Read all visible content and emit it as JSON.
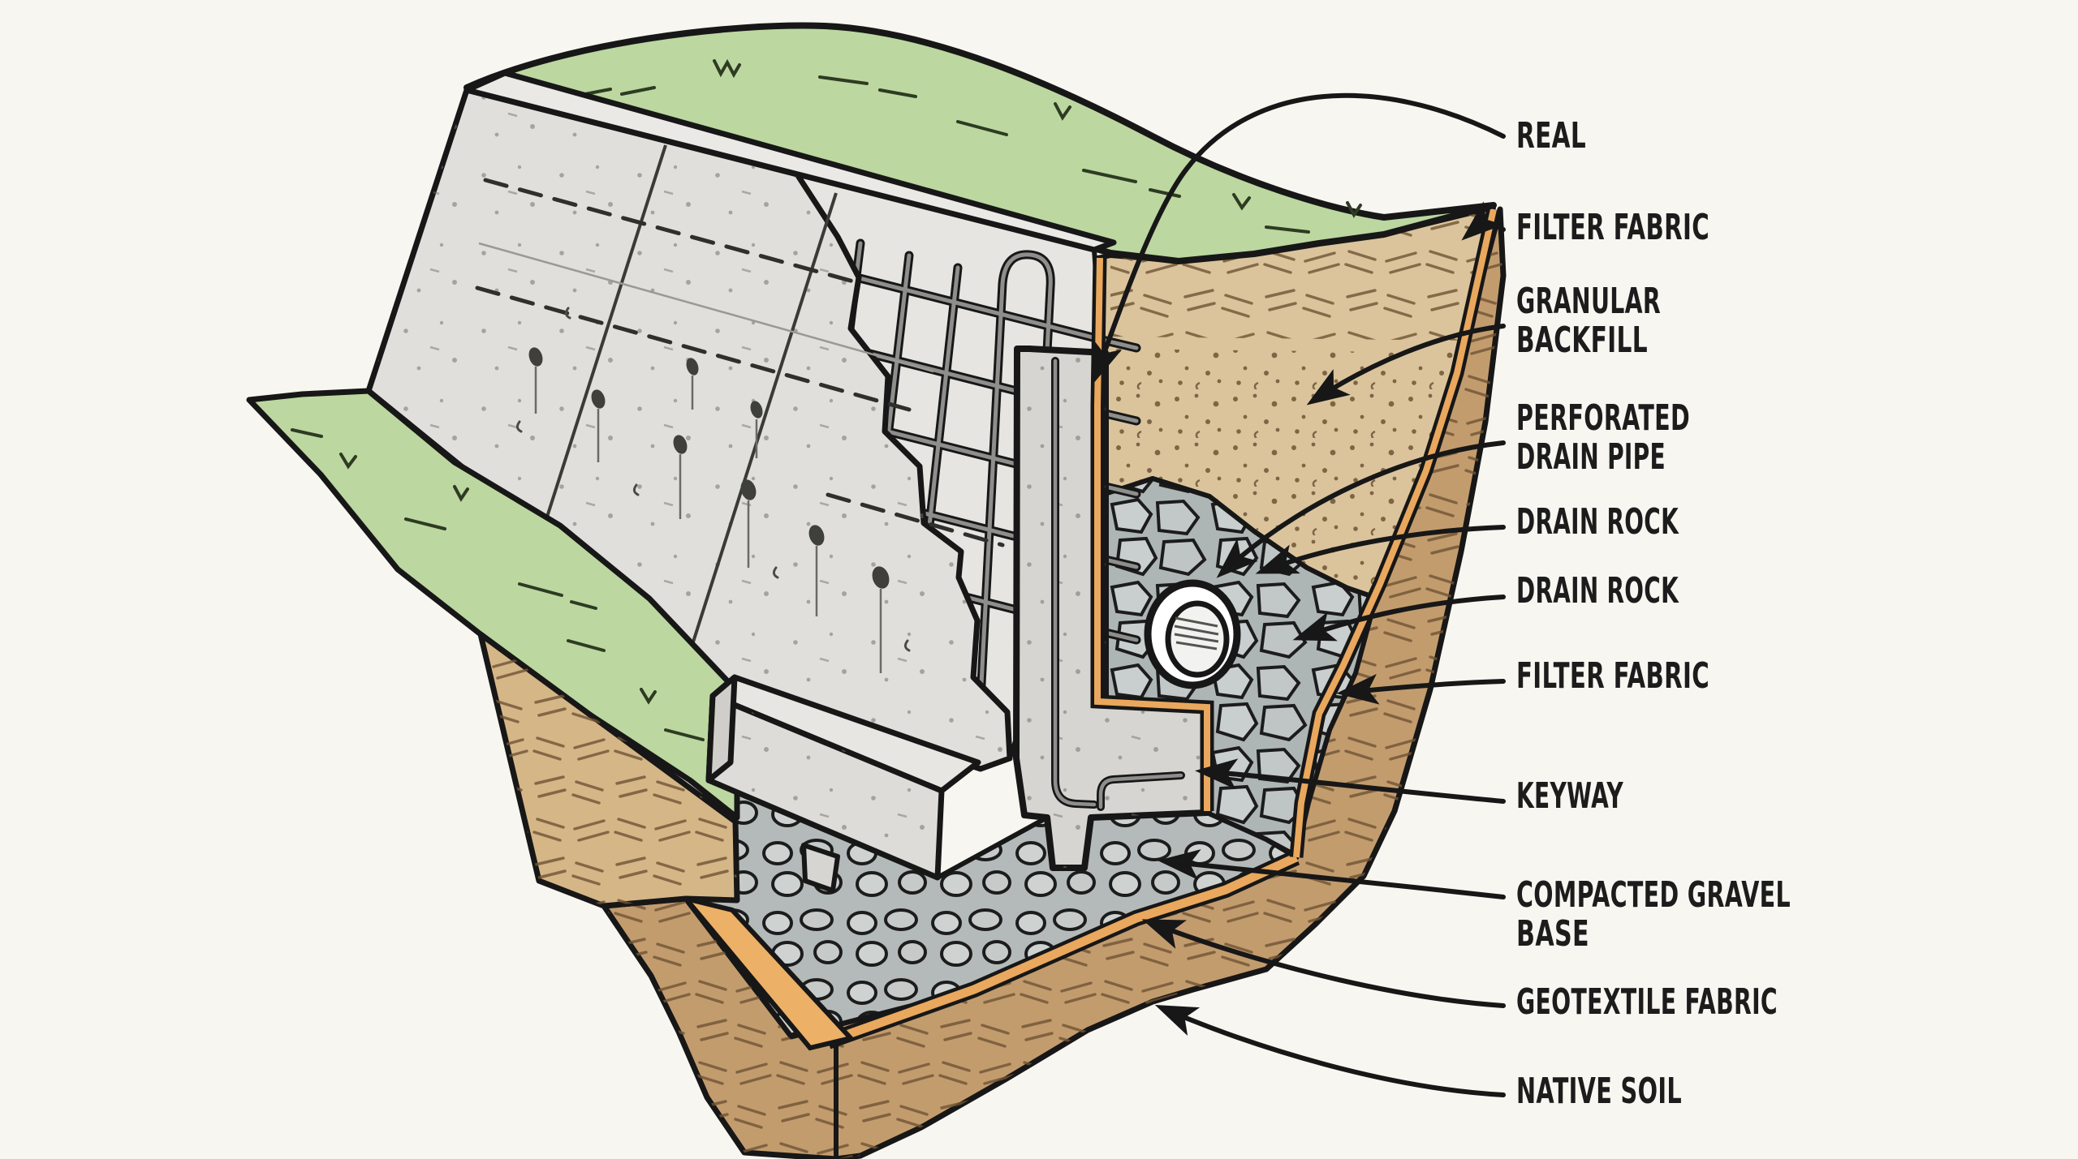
{
  "colors": {
    "background": "#f8f6f1",
    "grass": "#bcd7a0",
    "concrete_wall": "#e0dfdc",
    "concrete_section": "#d6d5d1",
    "granular_backfill": "#dbc49c",
    "native_soil": "#c39c6e",
    "front_cut_soil": "#d5b687",
    "drain_rock": "#aeb5b5",
    "gravel_base": "#b4bab9",
    "fabric_orange": "#e9a85d",
    "rebar_gray": "#8e8e8c",
    "outline": "#171717",
    "label_text": "#1c1c1c"
  },
  "labels": {
    "rebar": {
      "line1": "REAL"
    },
    "filter_fabric_top": {
      "line1": "FILTER FABRIC"
    },
    "granular_backfill": {
      "line1": "GRANULAR",
      "line2": "BACKFILL"
    },
    "perforated_drain_pipe": {
      "line1": "PERFORATED",
      "line2": "DRAIN PIPE"
    },
    "drain_rock_1": {
      "line1": "DRAIN ROCK"
    },
    "drain_rock_2": {
      "line1": "DRAIN ROCK"
    },
    "filter_fabric_side": {
      "line1": "FILTER FABRIC"
    },
    "keyway": {
      "line1": "KEYWAY"
    },
    "compacted_gravel_base": {
      "line1": "COMPACTED GRAVEL",
      "line2": "BASE"
    },
    "geotextile_fabric": {
      "line1": "GEOTEXTILE FABRIC"
    },
    "native_soil": {
      "line1": "NATIVE SOIL"
    }
  }
}
